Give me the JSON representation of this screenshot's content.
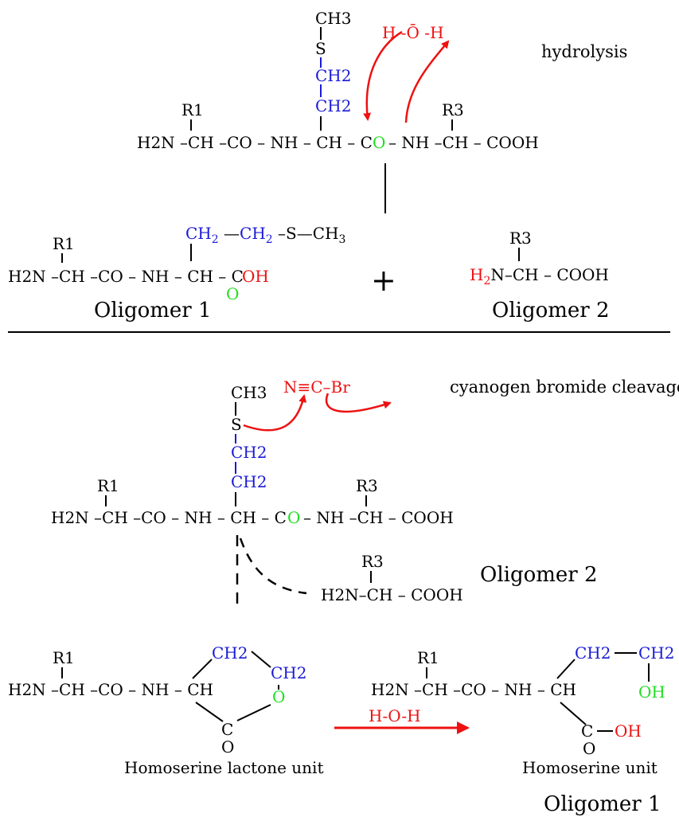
{
  "colors": {
    "black": "#000000",
    "blue": "#1a1ad6",
    "green": "#22dd22",
    "red": "#ee1111"
  },
  "hydrolysis": {
    "label": "hydrolysis",
    "water": "H -Ō -H",
    "methyl": "CH3",
    "sulfur": "S",
    "ch2_a": "CH2",
    "ch2_b": "CH2",
    "r1": "R1",
    "r3": "R3",
    "chain_left": "H2N –CH –CO – NH – CH – C",
    "chain_o": "O",
    "chain_right": "– NH –CH – COOH",
    "product1_side": "CH2 —CH2 –S—CH3",
    "product1_r1": "R1",
    "product1_chain": "H2N –CH –CO – NH – CH – C",
    "product1_oh": "OH",
    "product1_o": "O",
    "plus": "+",
    "product2_r3": "R3",
    "product2_h": "H",
    "product2_n": "2",
    "product2_rest": "N–CH – COOH",
    "oligomer1": "Oligomer 1",
    "oligomer2": "Oligomer 2"
  },
  "cnbr": {
    "label": "cyanogen bromide cleavage",
    "reagent": "N≡C–Br",
    "methyl": "CH3",
    "sulfur": "S",
    "ch2_a": "CH2",
    "ch2_b": "CH2",
    "r1": "R1",
    "r3": "R3",
    "chain_left": "H2N –CH –CO – NH – CH – C",
    "chain_o": "O",
    "chain_right": "– NH –CH – COOH",
    "frag_r3": "R3",
    "frag_chain": "H2N–CH – COOH",
    "oligomer2": "Oligomer 2",
    "lactone_r1": "R1",
    "lactone_chain": "H2N –CH –CO – NH – CH",
    "lactone_ch2_a": "CH2",
    "lactone_ch2_b": "CH2",
    "lactone_o": "O",
    "lactone_c": "C",
    "lactone_co": "O",
    "lactone_caption": "Homoserine lactone unit",
    "arrow_label": "H-O-H",
    "homoserine_r1": "R1",
    "homoserine_chain": "H2N –CH –CO – NH – CH",
    "homoserine_ch2_a": "CH2",
    "homoserine_ch2_b": "CH2",
    "homoserine_oh_top": "OH",
    "homoserine_c": "C",
    "homoserine_oh": "OH",
    "homoserine_co": "O",
    "homoserine_caption": "Homoserine unit",
    "oligomer1": "Oligomer 1"
  }
}
